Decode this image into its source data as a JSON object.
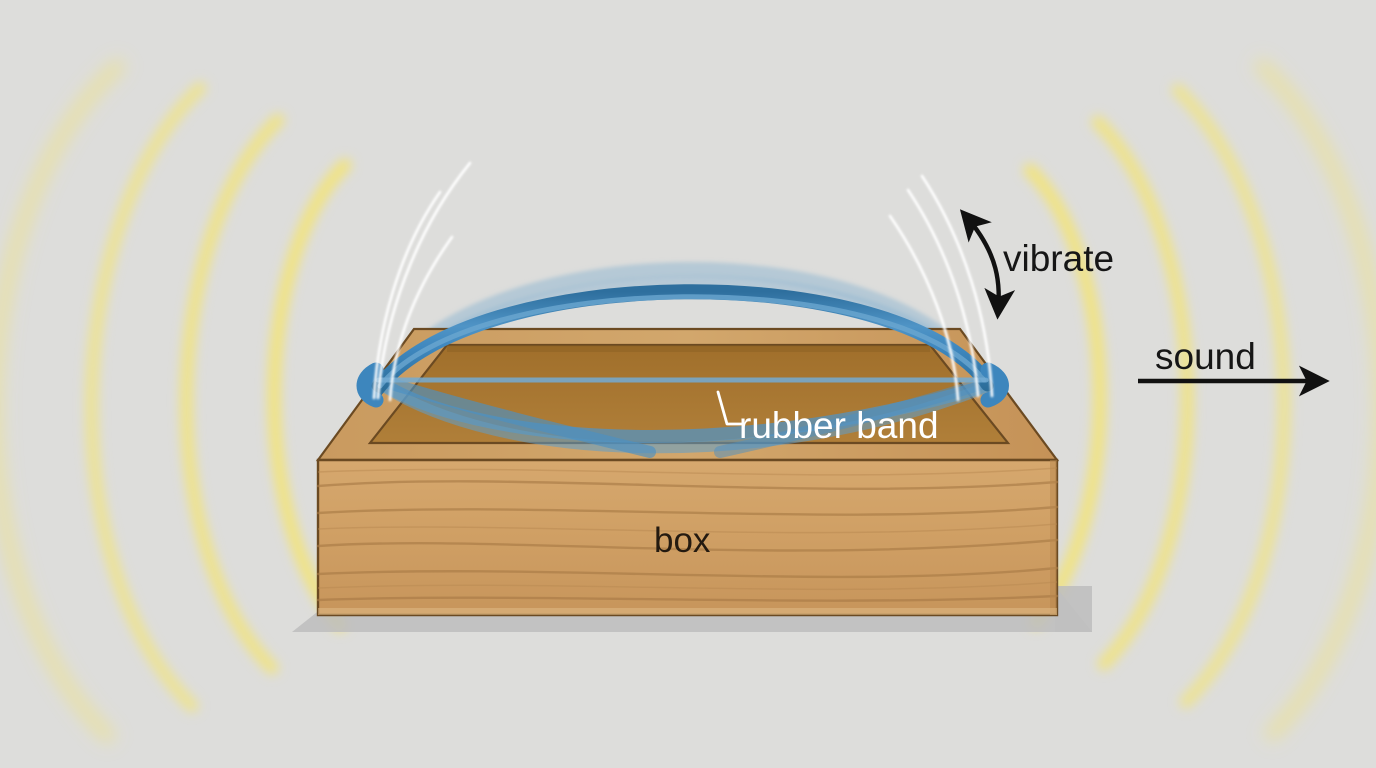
{
  "diagram": {
    "title": "Rubber band over a wooden box producing sound",
    "background_color": "#dddddb",
    "labels": {
      "vibrate": "vibrate",
      "sound": "sound",
      "rubber_band": "rubber band",
      "box": "box"
    },
    "colors": {
      "background": "#dddddb",
      "wood_front": "#d2a267",
      "wood_rim_top": "#c99a5f",
      "wood_interior": "#a9762f",
      "wood_grain": "#a87a45",
      "wood_outline": "#6b4a22",
      "rubber_band": "#3d86bd",
      "rubber_band_light": "#7fb4d8",
      "rubber_band_ghost": "#9dbdd2",
      "sound_wave": "#f2e47a",
      "vibration_line": "#ffffff",
      "arrow": "#111111",
      "shadow": "#bdbdbd",
      "label_light": "#ffffff",
      "label_dark": "#241a10"
    },
    "elements": {
      "sound_waves_left_count": 4,
      "sound_waves_right_count": 4,
      "vibration_lines_left_count": 3,
      "vibration_lines_right_count": 3,
      "vibrate_arrow": "double-headed-curved-arrow",
      "sound_arrow": "single-headed-straight-arrow",
      "rubber_band_leader": "white-leader-line"
    }
  }
}
